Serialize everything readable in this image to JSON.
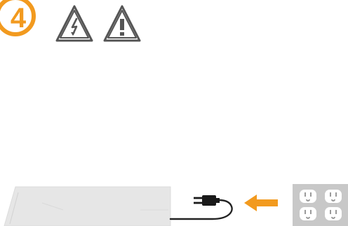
{
  "step": {
    "number": "4",
    "accent_color": "#f29a1f"
  },
  "warning_icons": [
    {
      "name": "electrical-hazard-icon"
    },
    {
      "name": "caution-icon"
    }
  ],
  "illustration": {
    "device": "monitor-base",
    "cable": "power-cable-with-plug",
    "arrow_direction": "left",
    "outlet_count": 4,
    "outlet_panel_color": "#c8c8c8"
  }
}
